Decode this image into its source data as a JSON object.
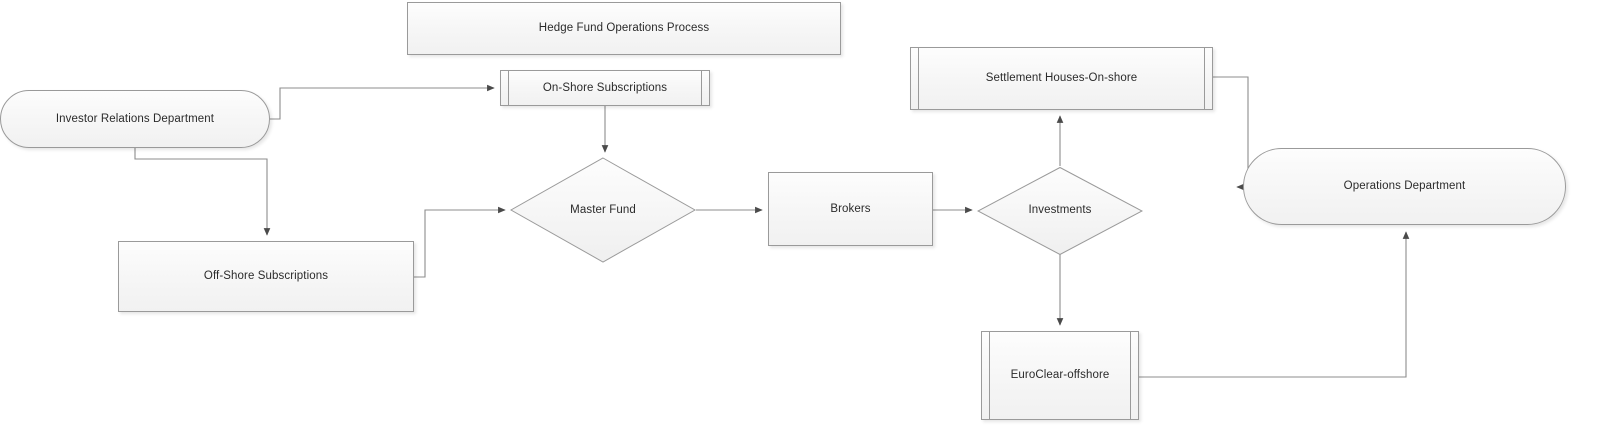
{
  "diagram": {
    "title": "Hedge Fund Operations Process",
    "type": "flowchart",
    "background_color": "#ffffff",
    "node_fill_color": "#f5f5f5",
    "node_border_color": "#9a9a9a",
    "connector_color": "#808080",
    "text_color": "#2b2b2b"
  },
  "nodes": {
    "title_banner": {
      "label": "Hedge Fund Operations Process",
      "shape": "banner"
    },
    "investor_relations": {
      "label": "Investor Relations Department",
      "shape": "terminator"
    },
    "onshore_subs": {
      "label": "On-Shore Subscriptions",
      "shape": "predefined-process"
    },
    "offshore_subs": {
      "label": "Off-Shore Subscriptions",
      "shape": "process"
    },
    "master_fund": {
      "label": "Master Fund",
      "shape": "decision"
    },
    "brokers": {
      "label": "Brokers",
      "shape": "process"
    },
    "investments": {
      "label": "Investments",
      "shape": "decision"
    },
    "settlement_houses": {
      "label": "Settlement Houses-On-shore",
      "shape": "predefined-process"
    },
    "euroclear": {
      "label": "EuroClear-offshore",
      "shape": "predefined-process"
    },
    "operations_dept": {
      "label": "Operations Department",
      "shape": "terminator"
    }
  },
  "edges": [
    {
      "from": "investor_relations",
      "to": "onshore_subs",
      "label": ""
    },
    {
      "from": "investor_relations",
      "to": "offshore_subs",
      "label": ""
    },
    {
      "from": "onshore_subs",
      "to": "master_fund",
      "label": ""
    },
    {
      "from": "offshore_subs",
      "to": "master_fund",
      "label": ""
    },
    {
      "from": "master_fund",
      "to": "brokers",
      "label": ""
    },
    {
      "from": "brokers",
      "to": "investments",
      "label": ""
    },
    {
      "from": "investments",
      "to": "settlement_houses",
      "label": ""
    },
    {
      "from": "investments",
      "to": "euroclear",
      "label": ""
    },
    {
      "from": "settlement_houses",
      "to": "operations_dept",
      "label": ""
    },
    {
      "from": "euroclear",
      "to": "operations_dept",
      "label": ""
    }
  ]
}
